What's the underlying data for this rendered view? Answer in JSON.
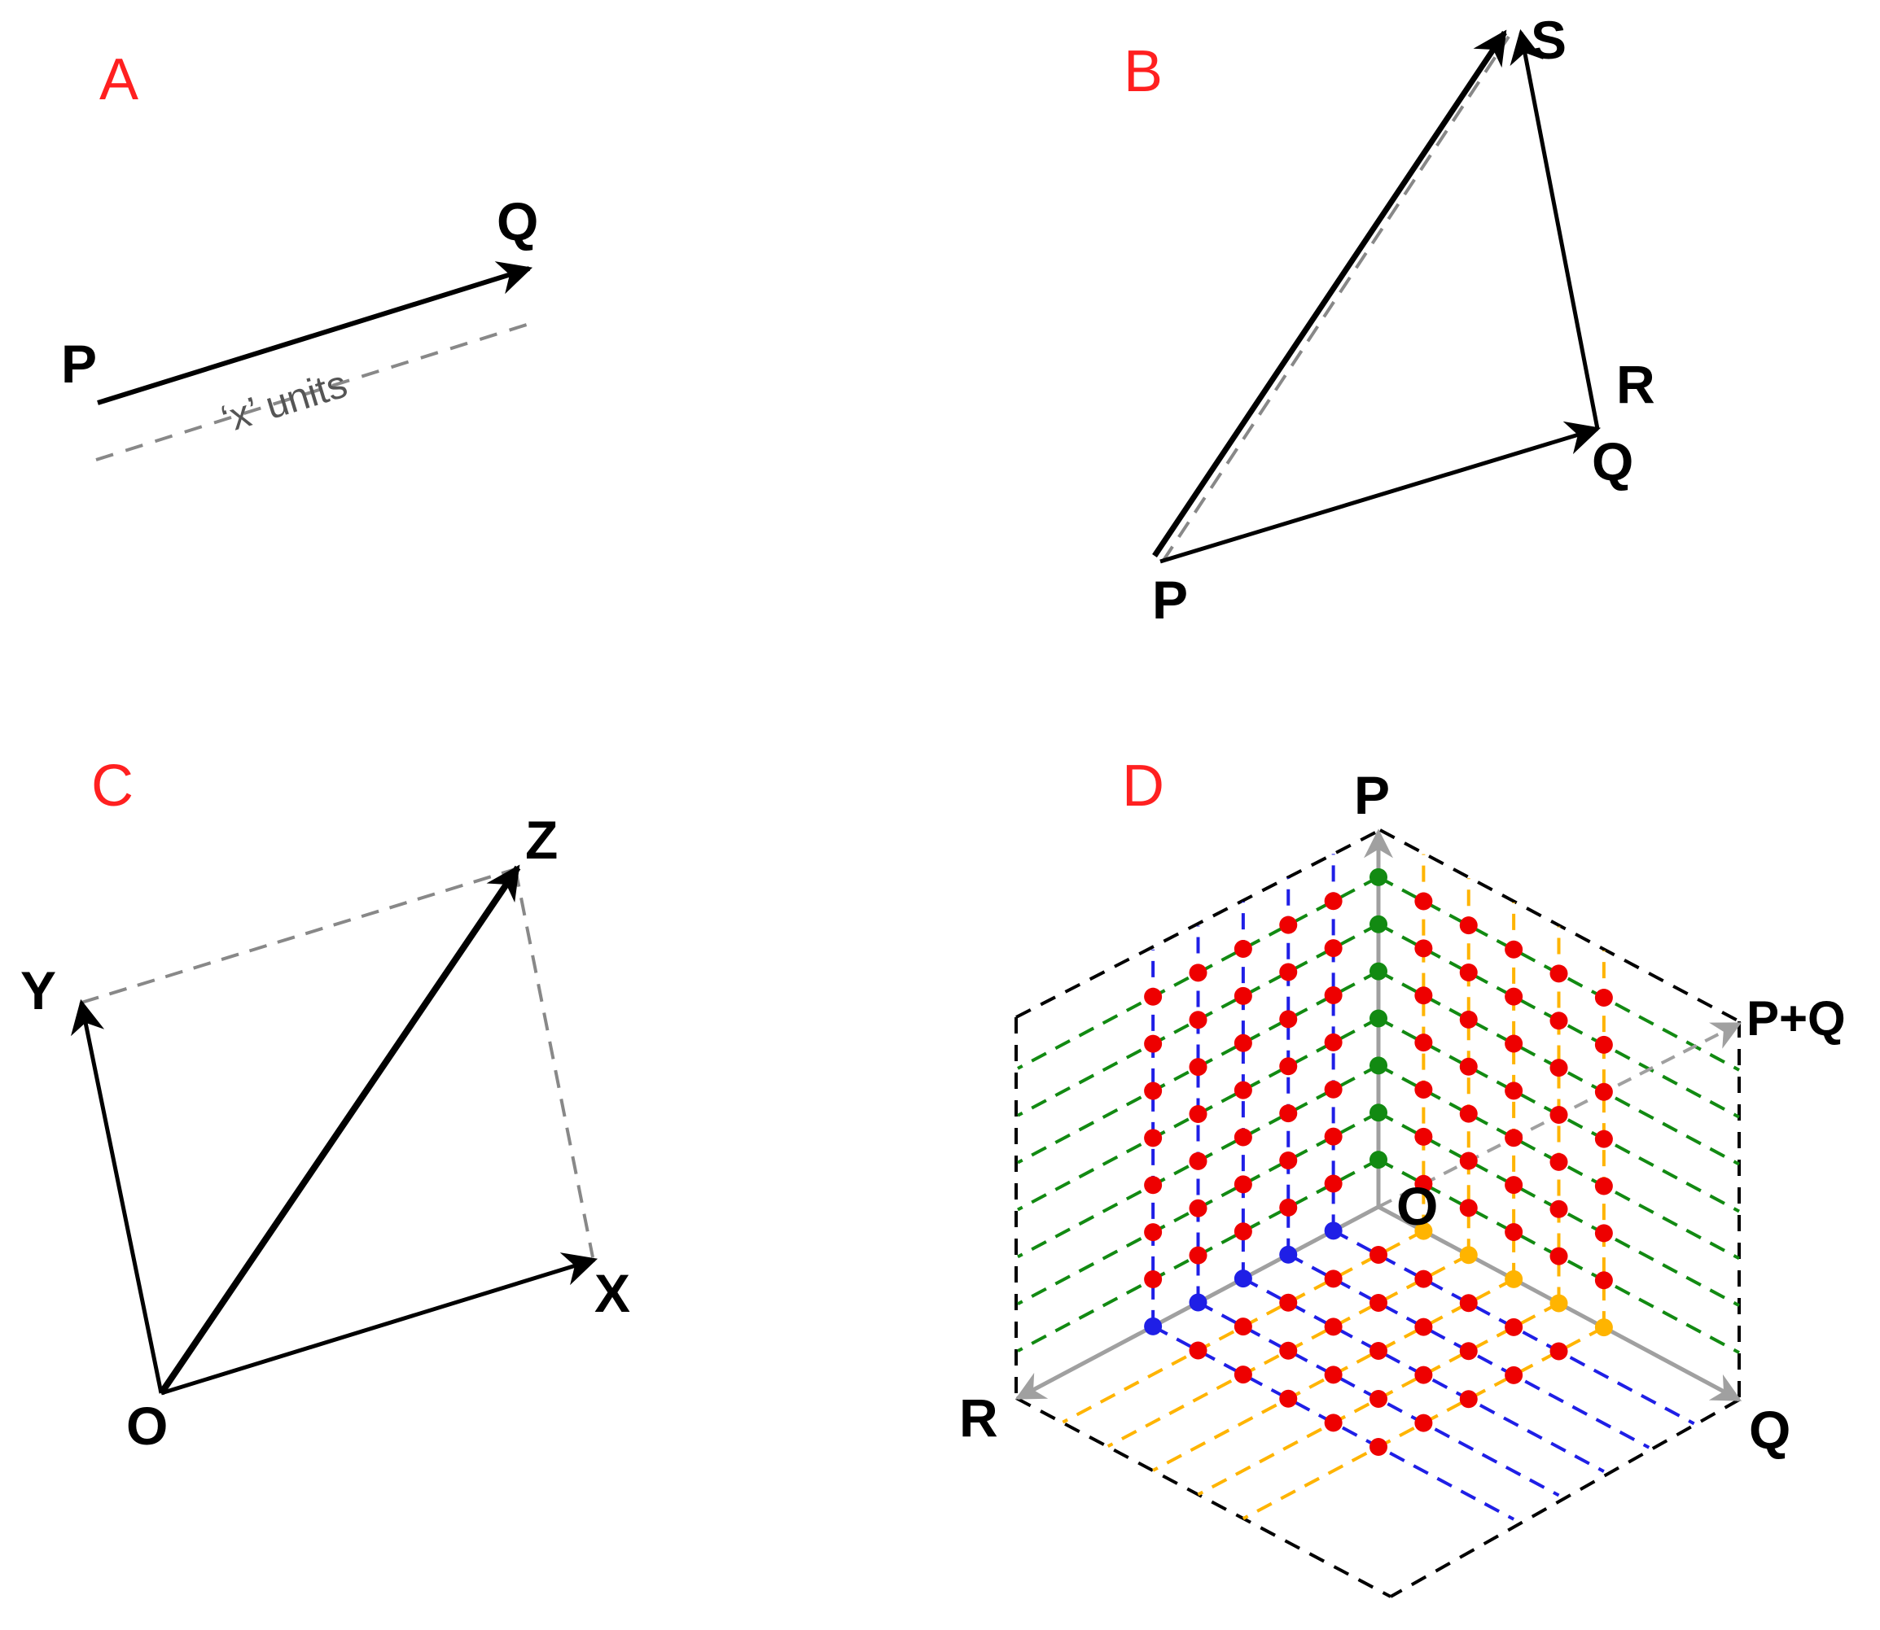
{
  "panels": {
    "A": {
      "letter": "A",
      "start": "P",
      "end": "Q",
      "distance_label": "‘x’ units"
    },
    "B": {
      "letter": "B",
      "p": "P",
      "q": "Q",
      "r": "R",
      "s": "S"
    },
    "C": {
      "letter": "C",
      "o": "O",
      "x": "X",
      "y": "Y",
      "z": "Z"
    },
    "D": {
      "letter": "D",
      "p": "P",
      "pq": "P+Q",
      "o": "O",
      "q": "Q",
      "r": "R"
    }
  },
  "colors": {
    "letter": "#ff2020",
    "arrow": "#000000",
    "dashed": "#888888",
    "axis": "#a0a0a0",
    "green": "#128a12",
    "blue": "#1f1fe6",
    "orange": "#ffb400",
    "red": "#ee0000"
  }
}
